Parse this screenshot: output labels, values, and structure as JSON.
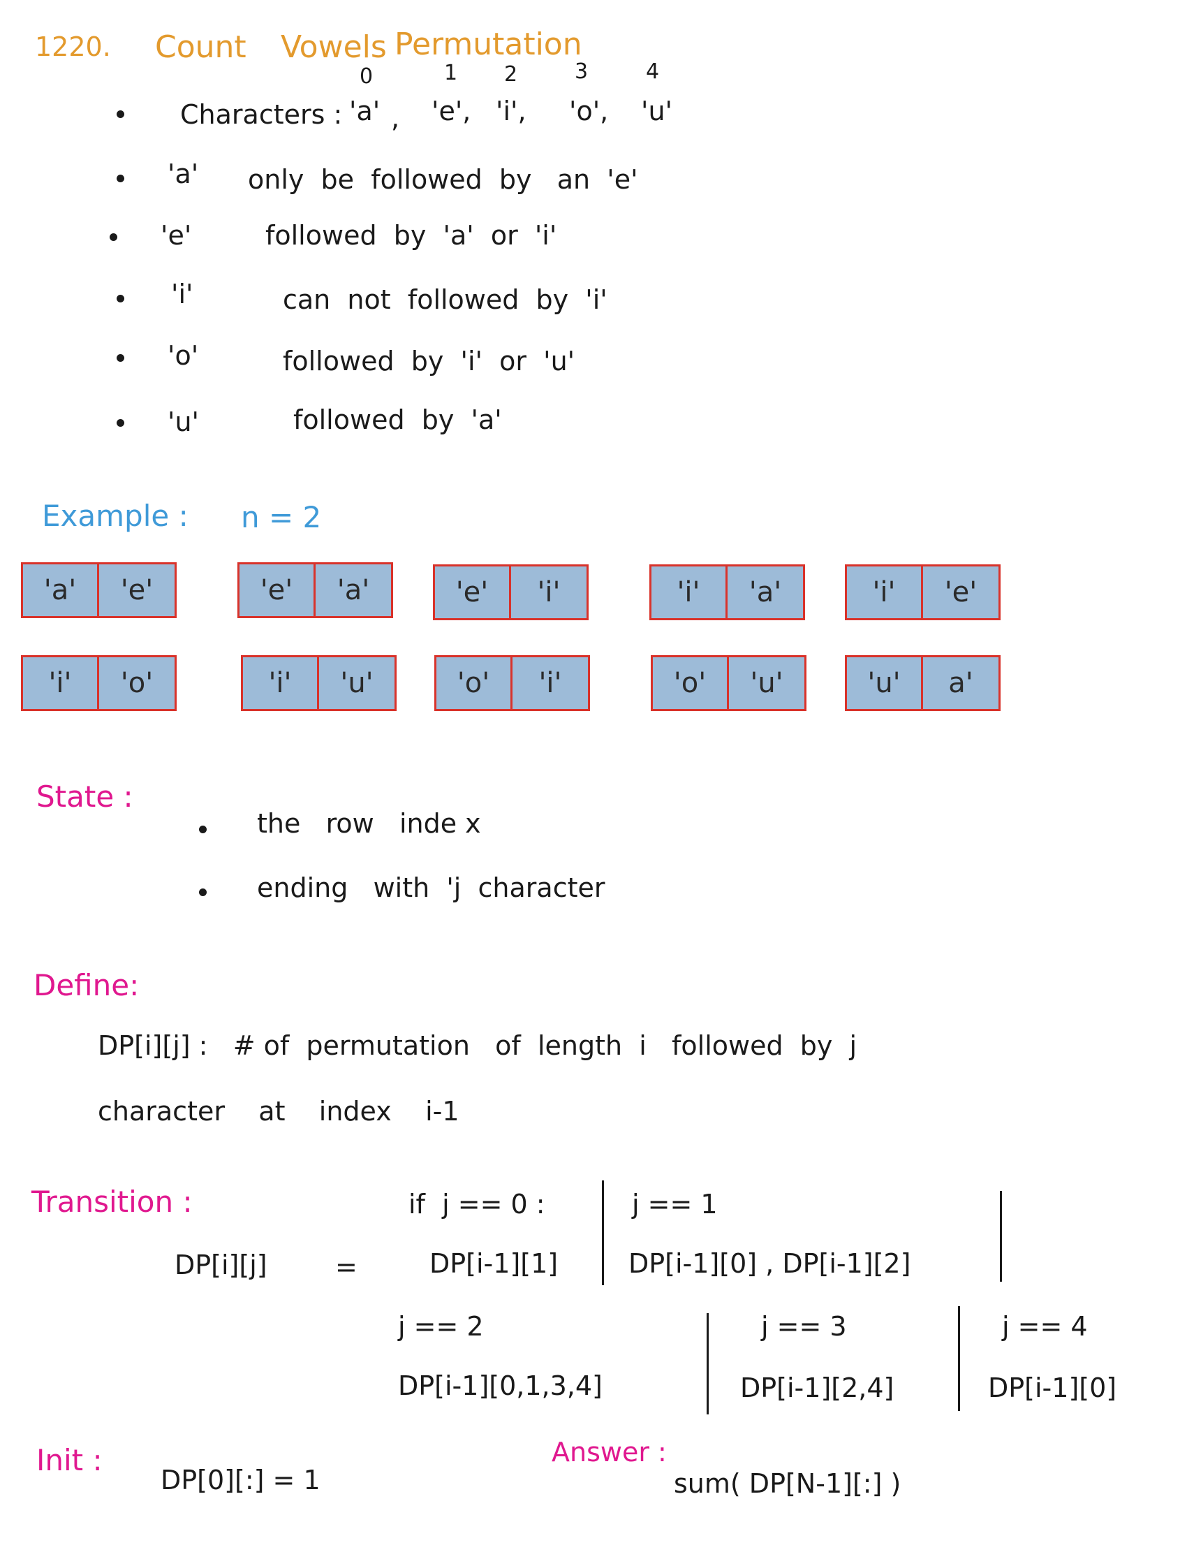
{
  "title": {
    "number": "1220.",
    "words": [
      "Count",
      "Vowels",
      "Permutation"
    ]
  },
  "indices": [
    "0",
    "1",
    "2",
    "3",
    "4"
  ],
  "characters": {
    "label": "Characters :",
    "values": [
      "'a'",
      ",",
      "'e',",
      "'i',",
      "'o',",
      "'u'"
    ]
  },
  "rules": [
    {
      "char": "'a'",
      "text": "only  be  followed  by   an  'e'"
    },
    {
      "char": "'e'",
      "text": "followed  by  'a'  or  'i'"
    },
    {
      "char": "'i'",
      "text": "can  not  followed  by  'i'"
    },
    {
      "char": "'o'",
      "text": "followed  by  'i'  or  'u'"
    },
    {
      "char": "'u'",
      "text": "followed  by  'a'"
    }
  ],
  "example": {
    "label": "Example :",
    "n": "n = 2",
    "row1": [
      [
        "'a'",
        "'e'"
      ],
      [
        "'e'",
        "'a'"
      ],
      [
        "'e'",
        "'i'"
      ],
      [
        "'i'",
        "'a'"
      ],
      [
        "'i'",
        "'e'"
      ]
    ],
    "row2": [
      [
        "'i'",
        "'o'"
      ],
      [
        "'i'",
        "'u'"
      ],
      [
        "'o'",
        "'i'"
      ],
      [
        "'o'",
        "'u'"
      ],
      [
        "'u'",
        "a'"
      ]
    ]
  },
  "state": {
    "label": "State :",
    "items": [
      "the   row   inde x",
      "ending   with  'j  character"
    ]
  },
  "define": {
    "label": "Define:",
    "line1": "DP[i][j] :   # of  permutation   of  length  i   followed  by  j",
    "line2": "character    at    index    i-1"
  },
  "transition": {
    "label": "Transition :",
    "lhs": "DP[i][j]",
    "eq": "=",
    "case0_cond": "if  j == 0 :",
    "case0_expr": "DP[i-1][1]",
    "case1_cond": "j == 1",
    "case1_expr": "DP[i-1][0] , DP[i-1][2]",
    "case2_cond": "j == 2",
    "case2_expr": "DP[i-1][0,1,3,4]",
    "case3_cond": "j == 3",
    "case3_expr": "DP[i-1][2,4]",
    "case4_cond": "j == 4",
    "case4_expr": "DP[i-1][0]"
  },
  "init": {
    "label": "Init :",
    "expr": "DP[0][:] = 1"
  },
  "answer": {
    "label": "Answer :",
    "expr": "sum( DP[N-1][:] )"
  }
}
